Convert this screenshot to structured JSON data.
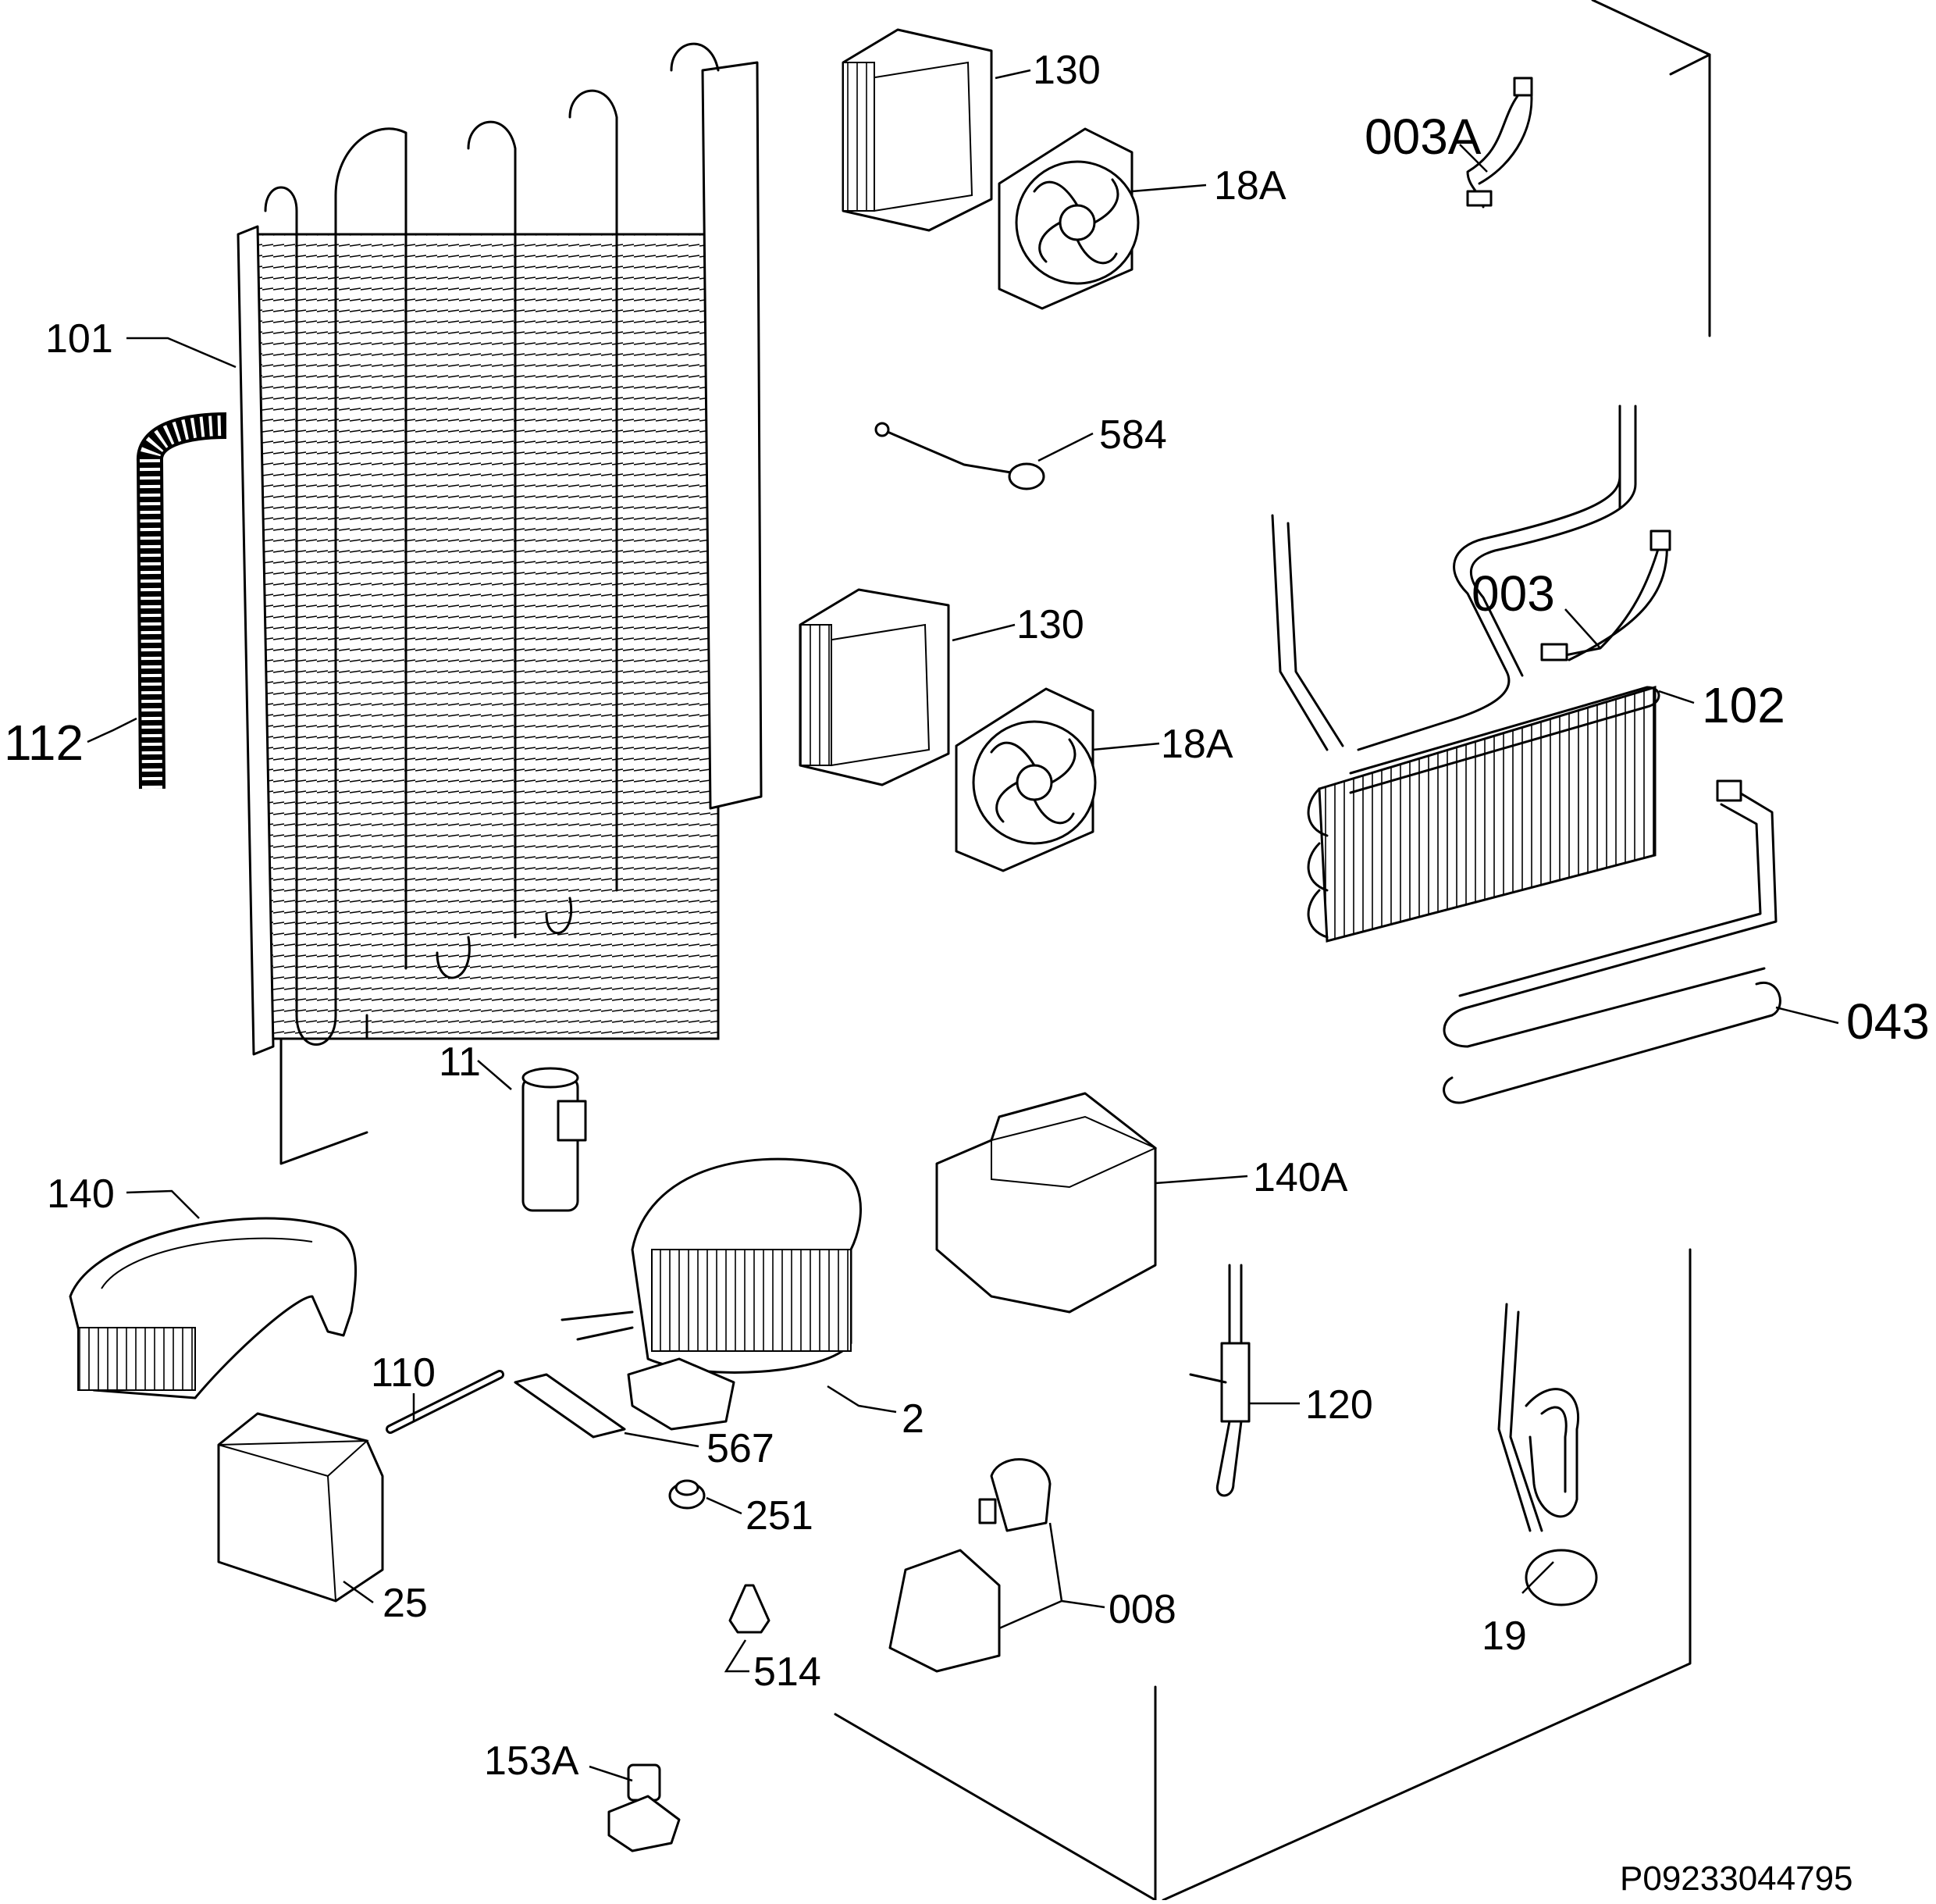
{
  "labels": {
    "l101": "101",
    "l112": "112",
    "l130a": "130",
    "l18a_a": "18A",
    "l003a": "003A",
    "l584": "584",
    "l130b": "130",
    "l18a_b": "18A",
    "l003": "003",
    "l102": "102",
    "l043": "043",
    "l11": "11",
    "l140": "140",
    "l140a": "140A",
    "l110": "110",
    "l2": "2",
    "l567": "567",
    "l120": "120",
    "l251": "251",
    "l25": "25",
    "l008": "008",
    "l19": "19",
    "l514": "514",
    "l153a": "153A"
  },
  "code": "P09233044795"
}
